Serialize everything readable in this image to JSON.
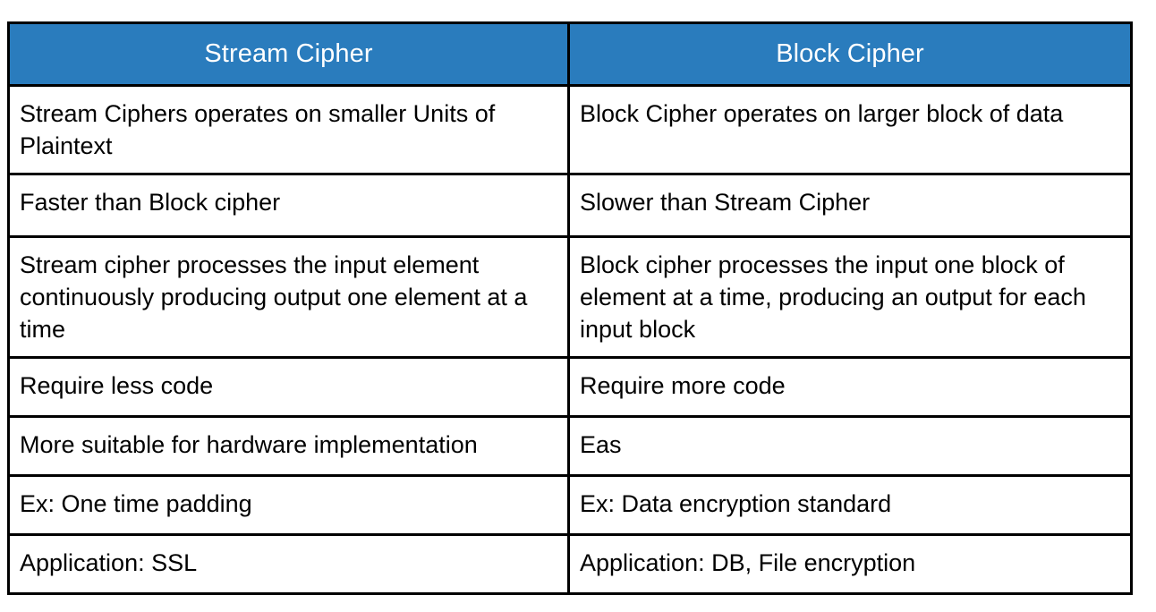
{
  "document": {
    "title": "Stream Cipher vs Block Cipher comparison table",
    "background_color": "#FFFFFF"
  },
  "table": {
    "header_background_color": "#2A7CBD",
    "header_text_color": "#FFFFFF",
    "border_color": "#000000",
    "body_text_color": "#000000",
    "columns": [
      {
        "key": "stream",
        "label": "Stream Cipher"
      },
      {
        "key": "block",
        "label": "Block Cipher"
      }
    ],
    "rows": [
      {
        "stream": "Stream Ciphers operates on smaller Units of Plaintext",
        "block": "Block Cipher operates on larger block of data"
      },
      {
        "stream": "Faster than Block cipher",
        "block": "Slower than Stream Cipher"
      },
      {
        "stream": "Stream cipher processes the input element continuously producing output one element at a time",
        "block": "Block cipher processes the input one block of element at a time, producing an output for each input block"
      },
      {
        "stream": "Require less code",
        "block": "Require more code"
      },
      {
        "stream": "More suitable for hardware implementation",
        "block": "Eas"
      },
      {
        "stream": "Ex: One time padding",
        "block": "Ex: Data encryption standard"
      },
      {
        "stream": "Application: SSL",
        "block": "Application: DB, File encryption"
      }
    ]
  }
}
